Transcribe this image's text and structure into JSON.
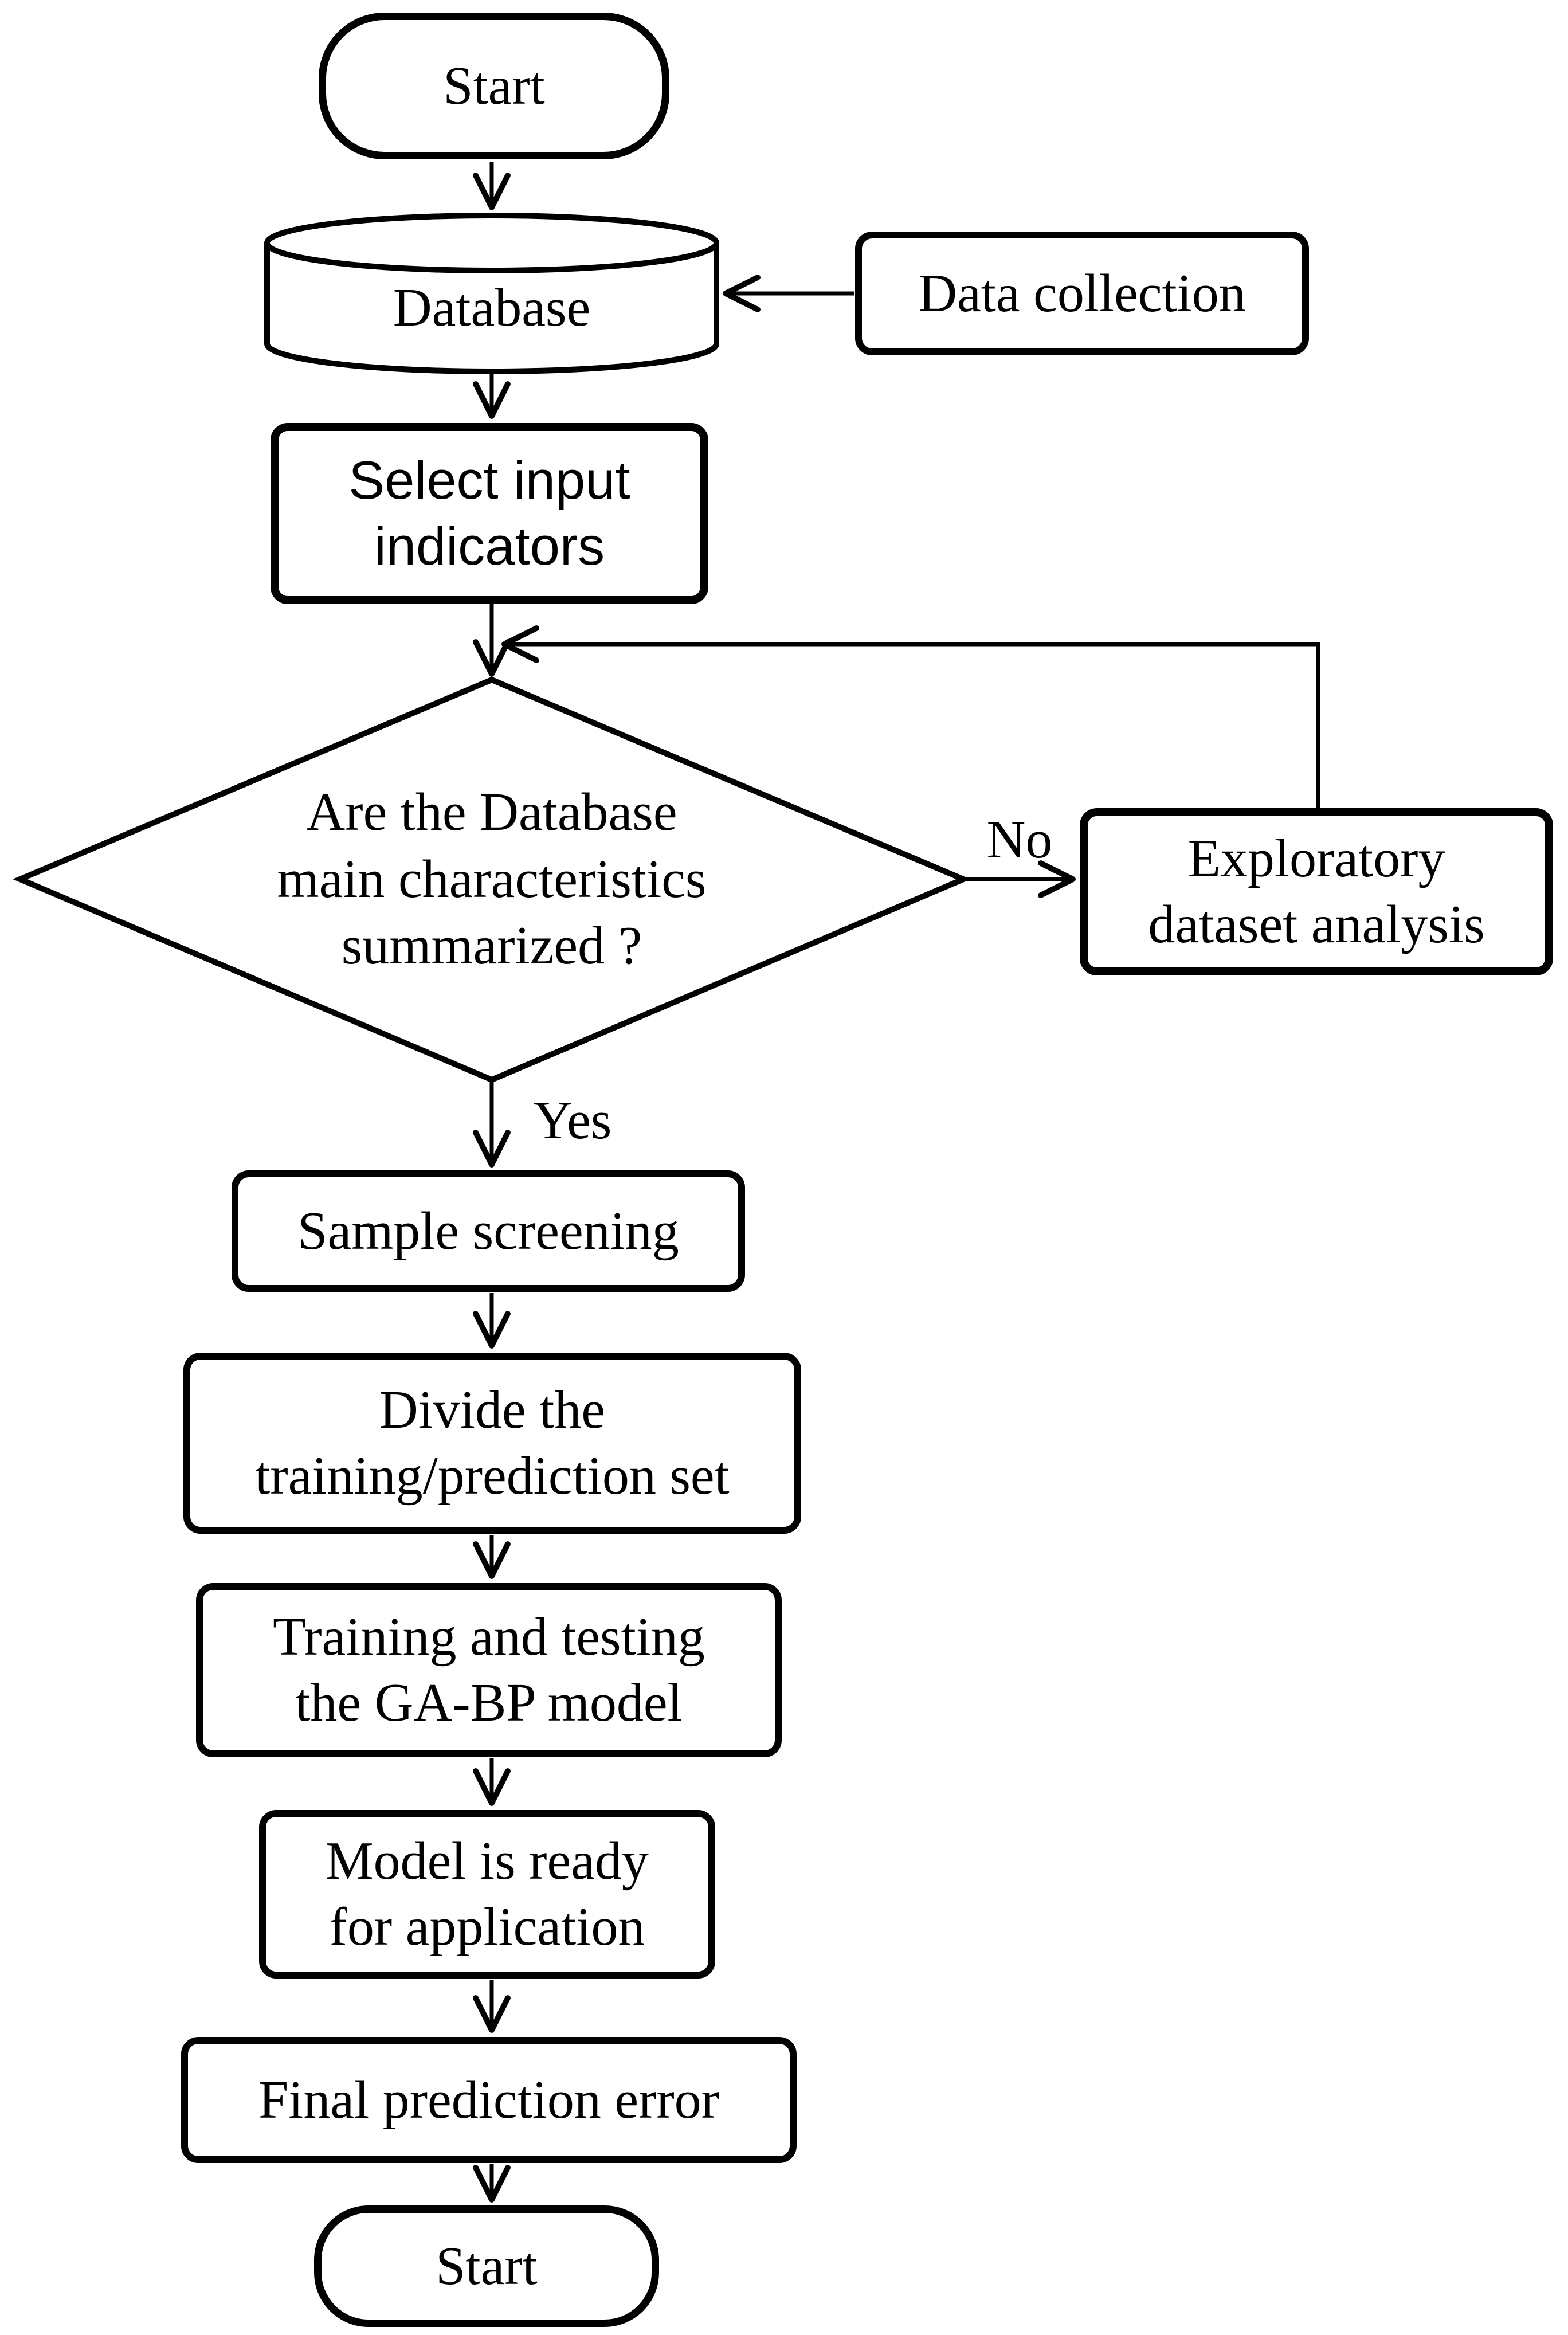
{
  "figure": {
    "background": "#ffffff",
    "line_color": "#000000",
    "type": "flowchart"
  },
  "nodes": {
    "start_top": {
      "label": "Start",
      "shape": "terminator"
    },
    "database": {
      "label": "Database",
      "shape": "cylinder"
    },
    "data_collection": {
      "label": "Data collection",
      "shape": "process"
    },
    "select_input": {
      "lines": [
        "Select input",
        "indicators"
      ],
      "shape": "process"
    },
    "decision": {
      "lines": [
        "Are the Database",
        "main characteristics",
        "summarized ?"
      ],
      "shape": "decision"
    },
    "exploratory": {
      "lines": [
        "Exploratory",
        "dataset analysis"
      ],
      "shape": "process"
    },
    "sample_screening": {
      "label": "Sample screening",
      "shape": "process"
    },
    "divide_set": {
      "lines": [
        "Divide the",
        "training/prediction set"
      ],
      "shape": "process"
    },
    "train_test": {
      "lines": [
        "Training and testing",
        "the GA-BP model"
      ],
      "shape": "process"
    },
    "model_ready": {
      "lines": [
        "Model is ready",
        "for application"
      ],
      "shape": "process"
    },
    "final_error": {
      "label": "Final prediction error",
      "shape": "process"
    },
    "start_bottom": {
      "label": "Start",
      "shape": "terminator"
    }
  },
  "edge_labels": {
    "no": "No",
    "yes": "Yes"
  }
}
